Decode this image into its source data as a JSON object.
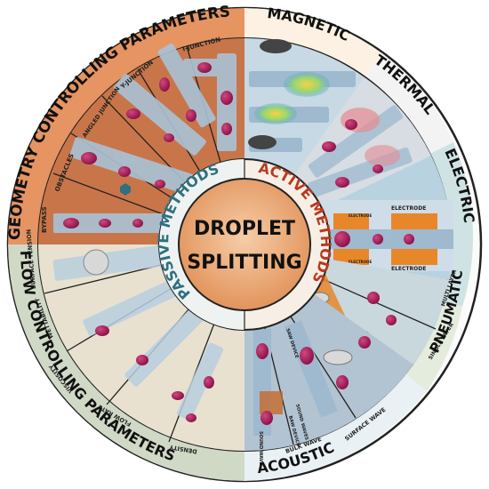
{
  "center": {
    "line1": "DROPLET",
    "line2": "SPLITTING",
    "fill_inner": "#f2b98a",
    "fill_outer": "#e59a5f"
  },
  "inner_ring": {
    "passive_label": "PASSIVE METHODS",
    "active_label": "ACTIVE METHODS",
    "passive_color": "#2e6f82",
    "active_color": "#b83a1e"
  },
  "groups": {
    "geometry": {
      "label": "GEOMETRY CONTROLLING PARAMETERS",
      "color": "#e59462"
    },
    "flow": {
      "label": "FLOW CONTROLLING PARAMETERS",
      "color": "#cfd9c6"
    },
    "magnetic": {
      "label": "MAGNETIC",
      "color": "#fdf1e3"
    },
    "thermal": {
      "label": "THERMAL",
      "color": "#f3f3f3"
    },
    "electric": {
      "label": "ELECTRIC",
      "color": "#cfe3e5"
    },
    "pneumatic": {
      "label": "PNEUMATIC",
      "color": "#e4ecde"
    },
    "acoustic": {
      "label": "ACOUSTIC",
      "color": "#eaf1f4"
    }
  },
  "sublabels": {
    "bypass": "BYPASS",
    "obstacles": "OBSTACLES",
    "angled_junction": "ANGLED JUNCTION",
    "y_junction": "Y-JUNCTION",
    "t_junction": "T-JUNCTION",
    "surface_tension": "SURFACE TENSION",
    "wettability": "WETTABILITY",
    "viscosity": "VISCOSITY",
    "flow_rate": "FLOW RATE",
    "density": "DENSITY",
    "multi_layer": "MULTI LAYER",
    "single_layer": "SINGLE LAYER",
    "surface_wave": "SURFACE WAVE",
    "bulk_wave": "BULK WAVE",
    "electrode_top": "ELECTRODE",
    "electrode_bottom": "ELECTRODE",
    "small_electrode_top": "ELECTRODE",
    "small_electrode_bottom": "ELECTRODE",
    "saw_device": "SAW DEVICE",
    "sound_wave": "SOUND WAVE",
    "sound_waves": "SOUND WAVES",
    "baw_device": "BAW DEVICE"
  },
  "colors": {
    "ring": "#222222",
    "droplet": "#a4185a",
    "channel": "#9fb9cf",
    "orange_bg": "#c9754a",
    "electrode": "#e8872a",
    "pink_passive": "#d9a38a",
    "teal": "#2e6f82"
  }
}
